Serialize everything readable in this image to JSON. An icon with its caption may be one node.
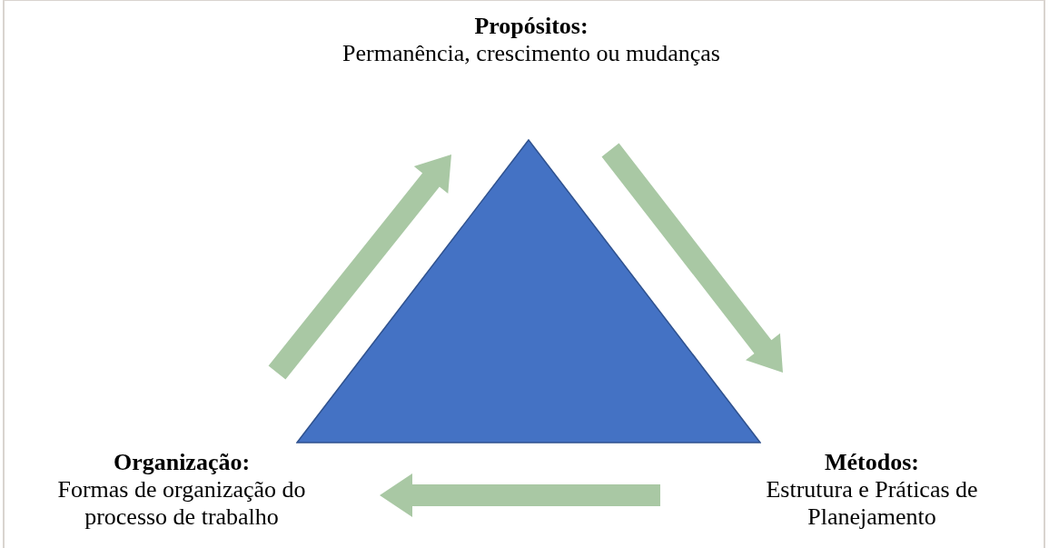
{
  "diagram": {
    "nodes": [
      {
        "text": [
          "Propósitos:",
          "Permanência, crescimento ou mudanças"
        ]
      },
      {
        "text": [
          "Métodos:",
          "Estrutura e Práticas de Planejamento"
        ]
      },
      {
        "text": [
          "Organização:",
          "Formas de organização do processo de trabalho"
        ]
      },
      {
        "text": [],
        "shape": "triangle"
      }
    ],
    "edges": [
      {
        "from": 2,
        "to": 0,
        "arrow": "to"
      },
      {
        "from": 0,
        "to": 1,
        "arrow": "to"
      },
      {
        "from": 1,
        "to": 2,
        "arrow": "to"
      }
    ]
  }
}
